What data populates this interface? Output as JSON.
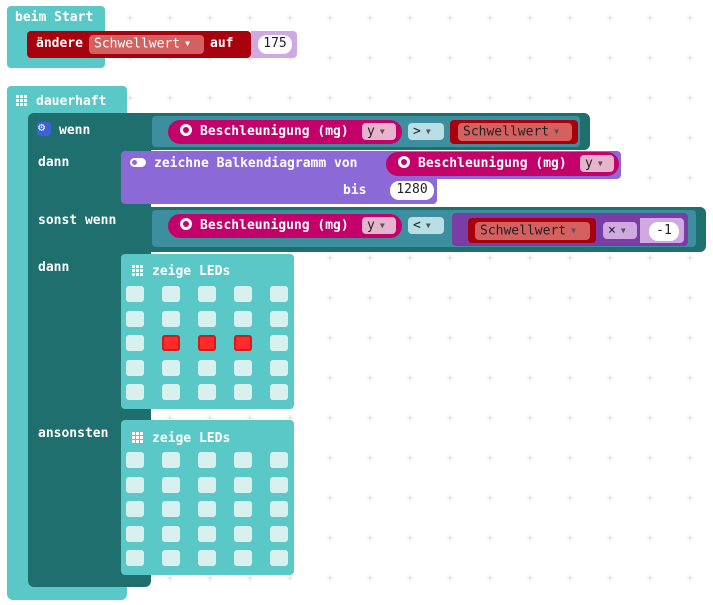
{
  "colors": {
    "basic": "#5bc8c8",
    "loop": "#1e6f6e",
    "logic": "#3d8fa0",
    "input": "#c4006a",
    "variable": "#a8000d",
    "math": "#7a3da5",
    "led": "#8b6ad8",
    "led_on": "#ff2a2a",
    "led_off": "#d8f1ef"
  },
  "on_start": {
    "label": "beim Start",
    "set": {
      "label": "ändere",
      "variable": "Schwellwert",
      "to_label": "auf",
      "value": "175"
    }
  },
  "forever": {
    "label": "dauerhaft",
    "if": {
      "if_label": "wenn",
      "condition1": {
        "sensor": "Beschleunigung (mg)",
        "axis": "y",
        "op": ">",
        "variable": "Schwellwert"
      },
      "then_label": "dann",
      "plot": {
        "label": "zeichne Balkendiagramm von",
        "sensor": "Beschleunigung (mg)",
        "axis": "y",
        "up_to_label": "bis",
        "up_to_value": "1280"
      },
      "elseif_label": "sonst wenn",
      "condition2": {
        "sensor": "Beschleunigung (mg)",
        "axis": "y",
        "op": "<",
        "variable": "Schwellwert",
        "math_op": "×",
        "number": "-1"
      },
      "then2_label": "dann",
      "show_leds1": {
        "label": "zeige LEDs",
        "grid": [
          [
            0,
            0,
            0,
            0,
            0
          ],
          [
            0,
            0,
            0,
            0,
            0
          ],
          [
            0,
            1,
            1,
            1,
            0
          ],
          [
            0,
            0,
            0,
            0,
            0
          ],
          [
            0,
            0,
            0,
            0,
            0
          ]
        ]
      },
      "else_label": "ansonsten",
      "show_leds2": {
        "label": "zeige LEDs",
        "grid": [
          [
            0,
            0,
            0,
            0,
            0
          ],
          [
            0,
            0,
            0,
            0,
            0
          ],
          [
            0,
            0,
            0,
            0,
            0
          ],
          [
            0,
            0,
            0,
            0,
            0
          ],
          [
            0,
            0,
            0,
            0,
            0
          ]
        ]
      }
    }
  }
}
